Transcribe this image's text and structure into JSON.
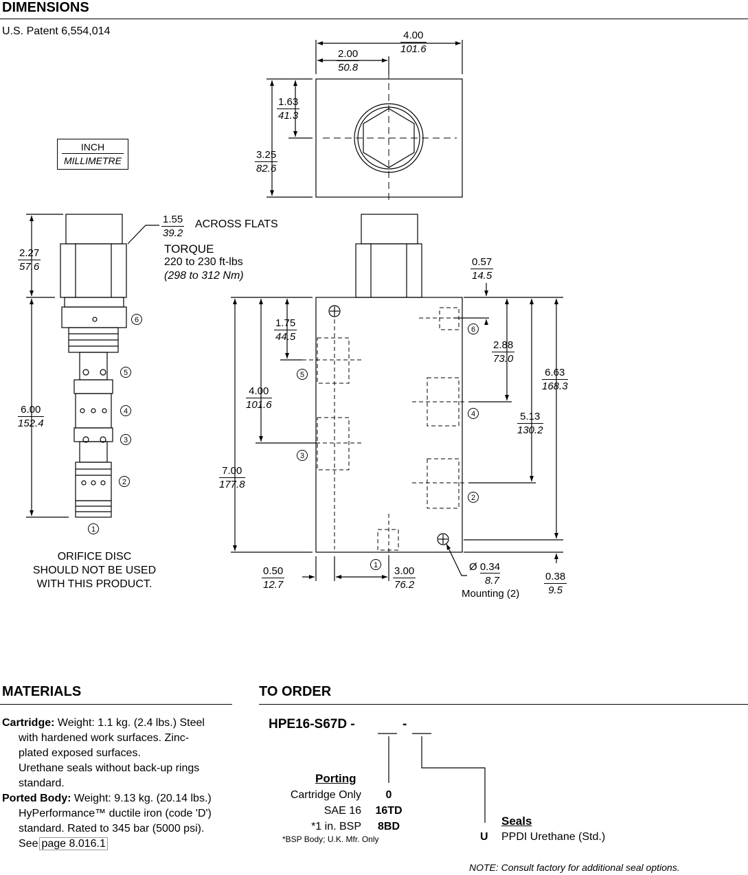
{
  "dimensions": {
    "heading": "DIMENSIONS",
    "patent": "U.S. Patent 6,554,014",
    "unit_key": {
      "top": "INCH",
      "bottom": "MILLIMETRE"
    },
    "across_flats": {
      "inch": "1.55",
      "mm": "39.2",
      "label": "ACROSS FLATS"
    },
    "torque": {
      "label": "TORQUE",
      "value": "220 to 230 ft-lbs",
      "metric": "(298 to 312 Nm)"
    },
    "orifice_note": [
      "ORIFICE DISC",
      "SHOULD NOT BE USED",
      "WITH THIS PRODUCT."
    ],
    "mounting": "Mounting (2)",
    "diameter_symbol": "Ø",
    "dims": {
      "d400top": {
        "inch": "4.00",
        "mm": "101.6"
      },
      "d200": {
        "inch": "2.00",
        "mm": "50.8"
      },
      "d163": {
        "inch": "1.63",
        "mm": "41.3"
      },
      "d325": {
        "inch": "3.25",
        "mm": "82.6"
      },
      "d227": {
        "inch": "2.27",
        "mm": "57.6"
      },
      "d600": {
        "inch": "6.00",
        "mm": "152.4"
      },
      "d057": {
        "inch": "0.57",
        "mm": "14.5"
      },
      "d175": {
        "inch": "1.75",
        "mm": "44.5"
      },
      "d400side": {
        "inch": "4.00",
        "mm": "101.6"
      },
      "d288": {
        "inch": "2.88",
        "mm": "73.0"
      },
      "d663": {
        "inch": "6.63",
        "mm": "168.3"
      },
      "d513": {
        "inch": "5.13",
        "mm": "130.2"
      },
      "d700": {
        "inch": "7.00",
        "mm": "177.8"
      },
      "d050": {
        "inch": "0.50",
        "mm": "12.7"
      },
      "d300": {
        "inch": "3.00",
        "mm": "76.2"
      },
      "d034": {
        "inch": "0.34",
        "mm": "8.7"
      },
      "d038": {
        "inch": "0.38",
        "mm": "9.5"
      }
    },
    "ports": {
      "p1": "1",
      "p2": "2",
      "p3": "3",
      "p4": "4",
      "p5": "5",
      "p6": "6"
    }
  },
  "materials": {
    "heading": "MATERIALS",
    "cartridge_label": "Cartridge:",
    "cartridge_text1": "Weight: 1.1 kg. (2.4 lbs.) Steel",
    "cartridge_text2": "with hardened work surfaces. Zinc-",
    "cartridge_text3": "plated exposed surfaces.",
    "cartridge_text4": "Urethane seals without back-up rings",
    "cartridge_text5": "standard.",
    "body_label": "Ported Body:",
    "body_text1": "Weight: 9.13 kg. (20.14 lbs.)",
    "body_text2": "HyPerformance™ ductile iron (code 'D')",
    "body_text3": "standard. Rated to 345 bar (5000 psi).",
    "body_text4": "See",
    "body_link": "page 8.016.1"
  },
  "order": {
    "heading": "TO ORDER",
    "model": "HPE16-S67D -",
    "dash2": "-",
    "porting": {
      "heading": "Porting",
      "rows": [
        {
          "label": "Cartridge Only",
          "code": "0"
        },
        {
          "label": "SAE 16",
          "code": "16TD"
        },
        {
          "label": "*1 in. BSP",
          "code": "8BD"
        }
      ],
      "footnote": "*BSP Body; U.K. Mfr. Only"
    },
    "seals": {
      "heading": "Seals",
      "code": "U",
      "label": "PPDI Urethane (Std.)"
    },
    "note": "NOTE:  Consult factory for additional seal options."
  }
}
